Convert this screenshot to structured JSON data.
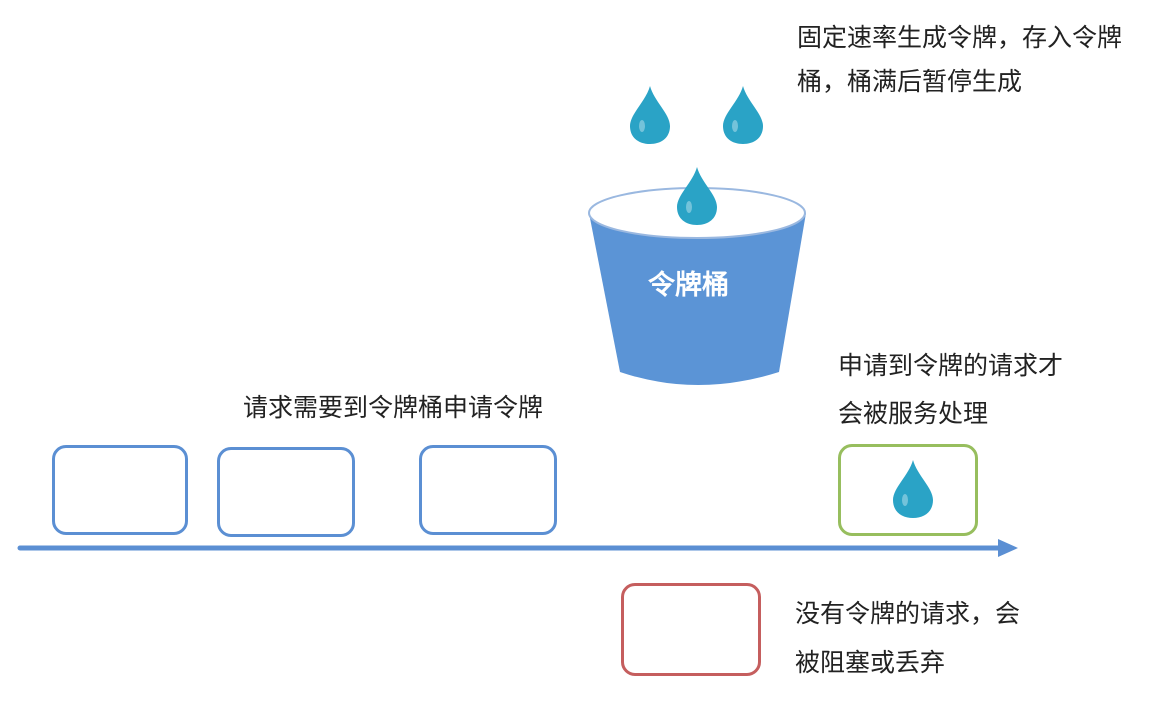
{
  "colors": {
    "bucket_fill": "#5b94d6",
    "bucket_top": "#ffffff",
    "drop_fill": "#2aa3c6",
    "request_border": "#5b8fd3",
    "passed_border": "#97be5e",
    "blocked_border": "#c55e5e",
    "arrow": "#5b8fd3"
  },
  "bucket": {
    "label": "令牌桶",
    "generate_note": [
      "固定速率生成令牌，存入令牌",
      "桶，桶满后暂停生成"
    ]
  },
  "flow": {
    "apply_note": "请求需要到令牌桶申请令牌",
    "passed_note": [
      "申请到令牌的请求才",
      "会被服务处理"
    ],
    "blocked_note": [
      "没有令牌的请求，会",
      "被阻塞或丢弃"
    ]
  },
  "icons": {
    "token": "water-drop-icon",
    "bucket": "bucket-icon",
    "timeline": "arrow-right-icon"
  }
}
